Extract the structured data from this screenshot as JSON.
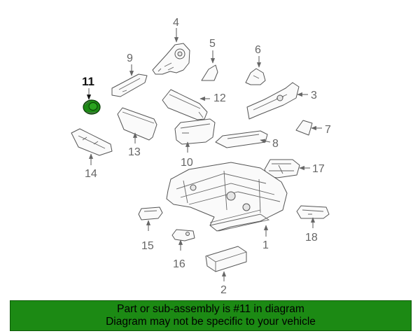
{
  "diagram": {
    "highlighted_part": "11",
    "highlight_color": "#1c8a14",
    "callouts": {
      "p1": "1",
      "p2": "2",
      "p3": "3",
      "p4": "4",
      "p5": "5",
      "p6": "6",
      "p7": "7",
      "p8": "8",
      "p9": "9",
      "p10": "10",
      "p11": "11",
      "p12": "12",
      "p13": "13",
      "p14": "14",
      "p15": "15",
      "p16": "16",
      "p17": "17",
      "p18": "18"
    }
  },
  "banner": {
    "line1": "Part or sub-assembly is #11 in diagram",
    "line2": "Diagram may not be specific to your vehicle",
    "color": "#1c8a14"
  }
}
